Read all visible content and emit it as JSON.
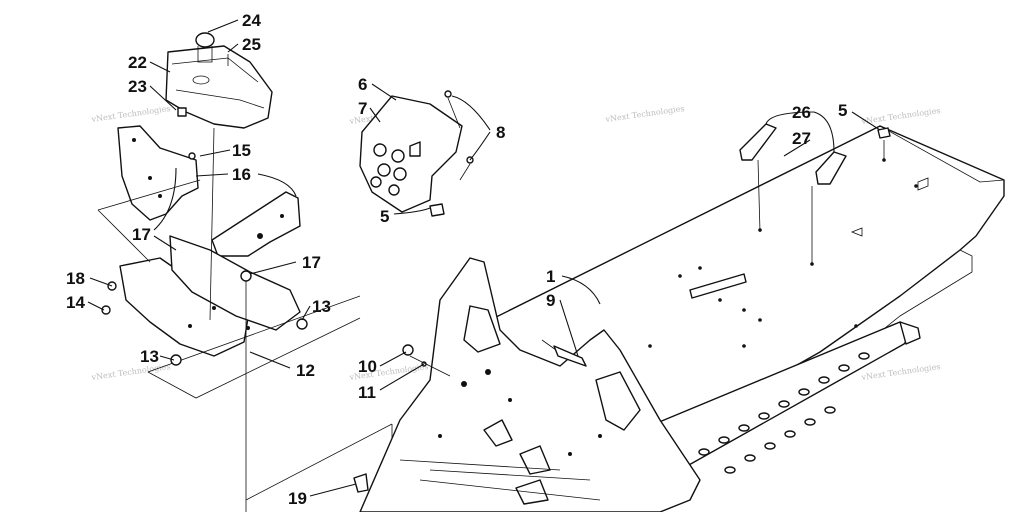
{
  "callouts": [
    "24",
    "25",
    "22",
    "23",
    "15",
    "16",
    "17",
    "18",
    "14",
    "13",
    "13",
    "12",
    "6",
    "7",
    "8",
    "5",
    "26",
    "27",
    "5",
    "1",
    "9",
    "10",
    "11",
    "17",
    "19"
  ],
  "watermark": "vNext Technologies",
  "colors": {
    "line": "#111111",
    "background": "#ffffff",
    "watermark": "#bdbdbd"
  }
}
